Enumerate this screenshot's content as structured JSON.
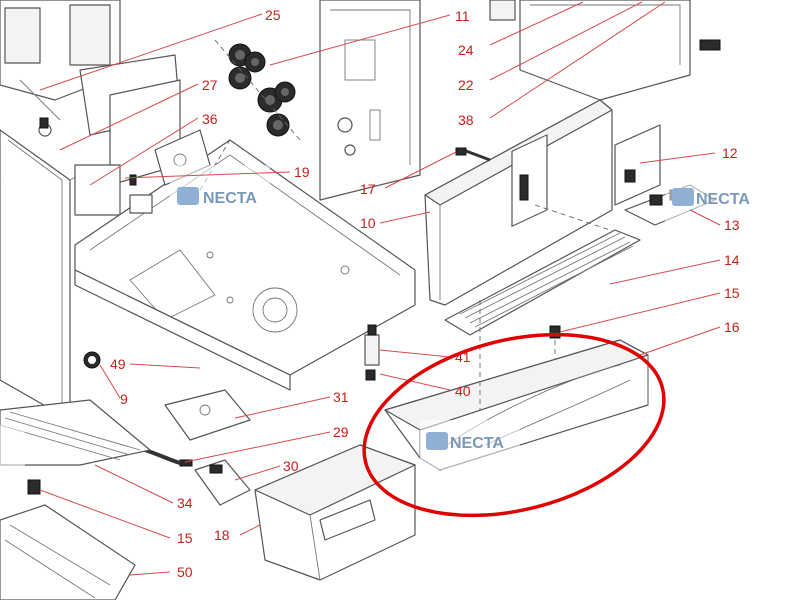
{
  "diagram": {
    "type": "exploded-parts-view",
    "callouts": [
      "25",
      "11",
      "24",
      "22",
      "38",
      "27",
      "36",
      "19",
      "17",
      "12",
      "10",
      "13",
      "14",
      "15",
      "16",
      "49",
      "41",
      "40",
      "9",
      "31",
      "29",
      "30",
      "34",
      "18",
      "15",
      "50"
    ],
    "watermark": "NECTA",
    "highlighted_part": "16",
    "colors": {
      "callout": "#c8201a",
      "highlight": "#e00000",
      "line": "#555555",
      "watermark": "#7a98b8"
    }
  }
}
